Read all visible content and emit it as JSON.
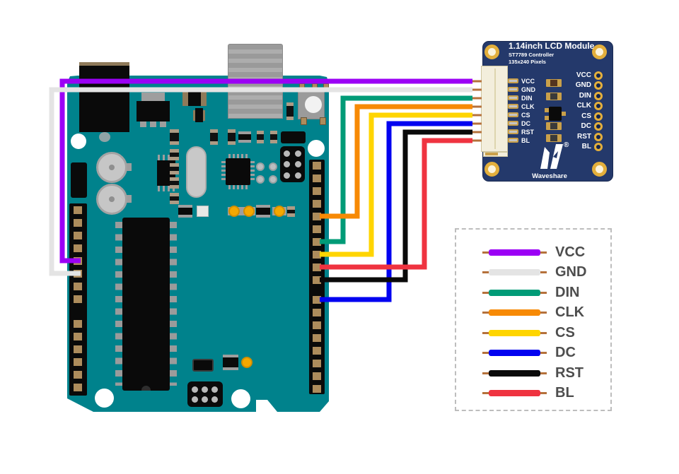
{
  "lcd_module": {
    "title": "1.14inch LCD Module",
    "subtitle_controller": "ST7789 Controller",
    "subtitle_resolution": "135x240 Pixels",
    "brand": "Waveshare",
    "registered_mark": "®",
    "left_pins": [
      "VCC",
      "GND",
      "DIN",
      "CLK",
      "CS",
      "DC",
      "RST",
      "BL"
    ],
    "right_pins": [
      "VCC",
      "GND",
      "DIN",
      "CLK",
      "CS",
      "DC",
      "RST",
      "BL"
    ],
    "colors": {
      "board": "#24396B",
      "gold": "#E3AF3C"
    }
  },
  "arduino_board": {
    "colors": {
      "body": "#00828C",
      "header": "#0A0A0A",
      "pin_pad": "#AD8C5C"
    }
  },
  "legend": {
    "items": [
      {
        "label": "VCC",
        "color": "#9B00F5"
      },
      {
        "label": "GND",
        "color": "#E4E4E4"
      },
      {
        "label": "DIN",
        "color": "#009B77"
      },
      {
        "label": "CLK",
        "color": "#F78A05"
      },
      {
        "label": "CS",
        "color": "#FFD500"
      },
      {
        "label": "DC",
        "color": "#0202F0"
      },
      {
        "label": "RST",
        "color": "#0A0A0A"
      },
      {
        "label": "BL",
        "color": "#EF3340"
      }
    ],
    "stub_color": "#B5713B"
  }
}
